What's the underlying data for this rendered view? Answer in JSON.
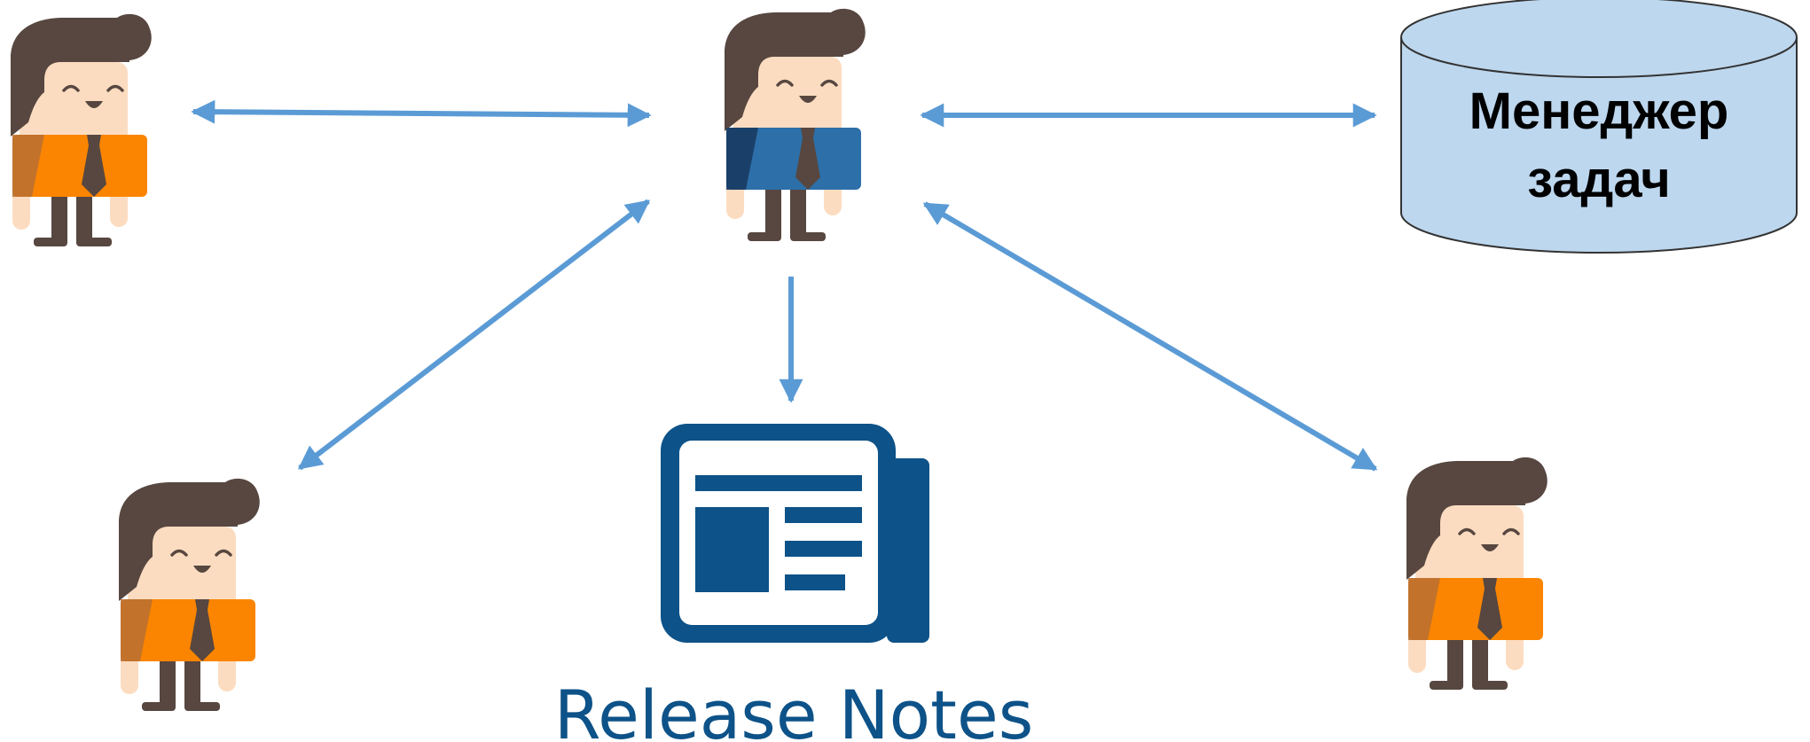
{
  "diagram": {
    "database": {
      "line1": "Менеджер",
      "line2": "задач"
    },
    "release_notes": {
      "label": "Release Notes"
    }
  },
  "colors": {
    "arrow": "#5b9bd5",
    "hair": "#574740",
    "skin": "#fcdcc0",
    "shirt_team": "#fb8500",
    "shirt_team_shade": "#b76e33",
    "shirt_lead": "#2d6fa8",
    "shirt_lead_shade": "#183b63",
    "tie": "#574740",
    "database_fill": "#bdd7ee",
    "database_stroke": "#333333",
    "release_notes": "#0d5288"
  },
  "icons": {
    "team_member": "person-icon",
    "team_lead": "person-icon",
    "database": "cylinder-icon",
    "release_notes": "newspaper-icon"
  }
}
